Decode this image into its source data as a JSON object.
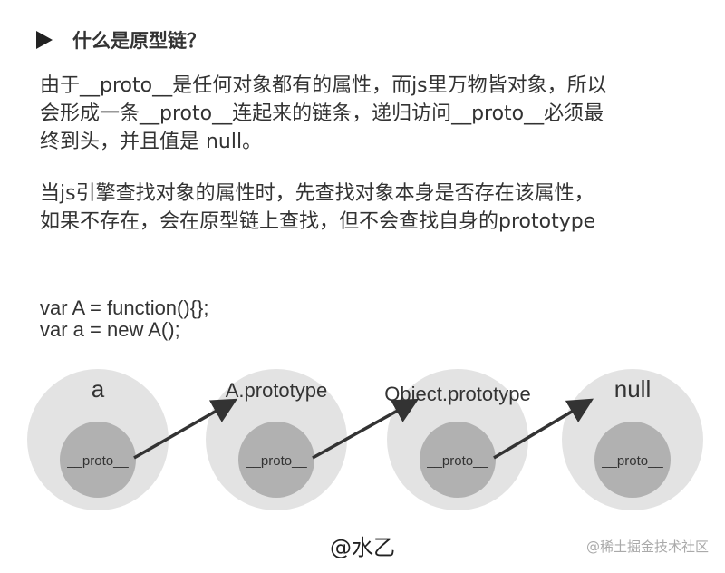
{
  "heading": {
    "icon": "triangle-right-icon",
    "title": "什么是原型链？"
  },
  "paragraphs": [
    {
      "lines": [
        "由于__proto__是任何对象都有的属性，而js里万物皆对象，所以",
        "会形成一条__proto__连起来的链条，递归访问__proto__必须最",
        "终到头，并且值是 null。"
      ]
    },
    {
      "lines": [
        "当js引擎查找对象的属性时，先查找对象本身是否存在该属性，",
        "如果不存在，会在原型链上查找，但不会查找自身的prototype"
      ]
    }
  ],
  "code": {
    "lines": [
      "var A = function(){};",
      "var a = new A();"
    ]
  },
  "diagram": {
    "nodes": [
      {
        "label": "a",
        "inner": "__proto__"
      },
      {
        "label": "A.prototype",
        "inner": "__proto__"
      },
      {
        "label": "Object.prototype",
        "inner": "__proto__"
      },
      {
        "label": "null",
        "inner": "__proto__"
      }
    ],
    "colors": {
      "outer": "#e3e3e3",
      "inner": "#b1b1b1",
      "arrow": "#333333"
    }
  },
  "footer": {
    "author": "@水乙"
  },
  "watermark": "@稀土掘金技术社区"
}
